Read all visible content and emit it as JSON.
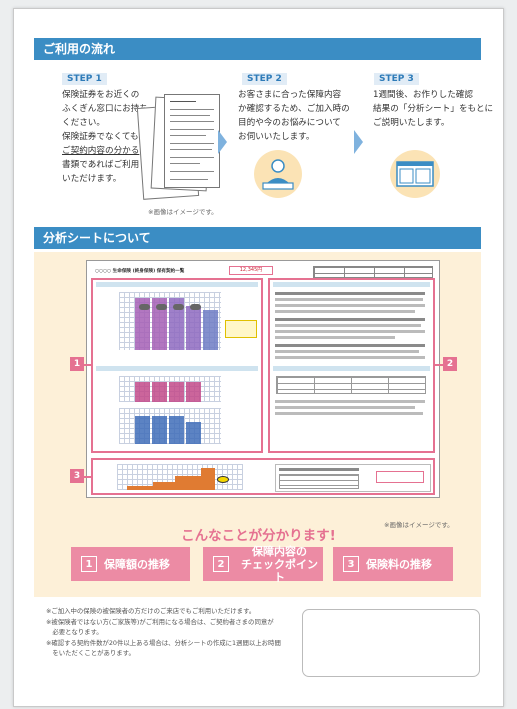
{
  "flow": {
    "title": "ご利用の流れ",
    "steps": [
      {
        "label": "STEP 1",
        "lines": [
          "保険証券をお近くの",
          "ふくぎん窓口にお持ち",
          "ください。",
          "保険証券でなくても、",
          "ご契約内容の分かる",
          "書類であればご利用",
          "いただけます。"
        ]
      },
      {
        "label": "STEP 2",
        "lines": [
          "お客さまに合った保障内容",
          "か確認するため、ご加入時の",
          "目的や今のお悩みについて",
          "お伺いいたします。"
        ]
      },
      {
        "label": "STEP 3",
        "lines": [
          "1週間後、お作りした確認",
          "結果の「分析シート」をもとに",
          "ご説明いたします。"
        ]
      }
    ],
    "image_note": "※画像はイメージです。"
  },
  "analysis": {
    "title": "分析シートについて",
    "badges": [
      "1",
      "2",
      "3"
    ],
    "sheet_title": "○○○○ 生命保険 (終身保険) 保有契約一覧",
    "sheet_total": "12,345円",
    "image_note": "※画像はイメージです。",
    "headline": "こんなことが分かります!",
    "points": [
      {
        "num": "1",
        "label": "保障額の推移"
      },
      {
        "num": "2",
        "label": "保障内容の\nチェックポイント"
      },
      {
        "num": "3",
        "label": "保険料の推移"
      }
    ]
  },
  "footnotes": [
    "※ご加入中の保険の被保険者の方だけのご来店でもご利用いただけます。",
    "※被保険者ではない方(ご家族等)がご利用になる場合は、ご契約者さまの同意が",
    "　必要となります。",
    "※確認する契約件数が20件以上ある場合は、分析シートの作成に1週間以上お時間",
    "　をいただくことがあります。"
  ],
  "colors": {
    "band": "#3b8dc4",
    "pink": "#e57191",
    "pill": "#ec8ba4",
    "peach": "#fdf0d8"
  }
}
